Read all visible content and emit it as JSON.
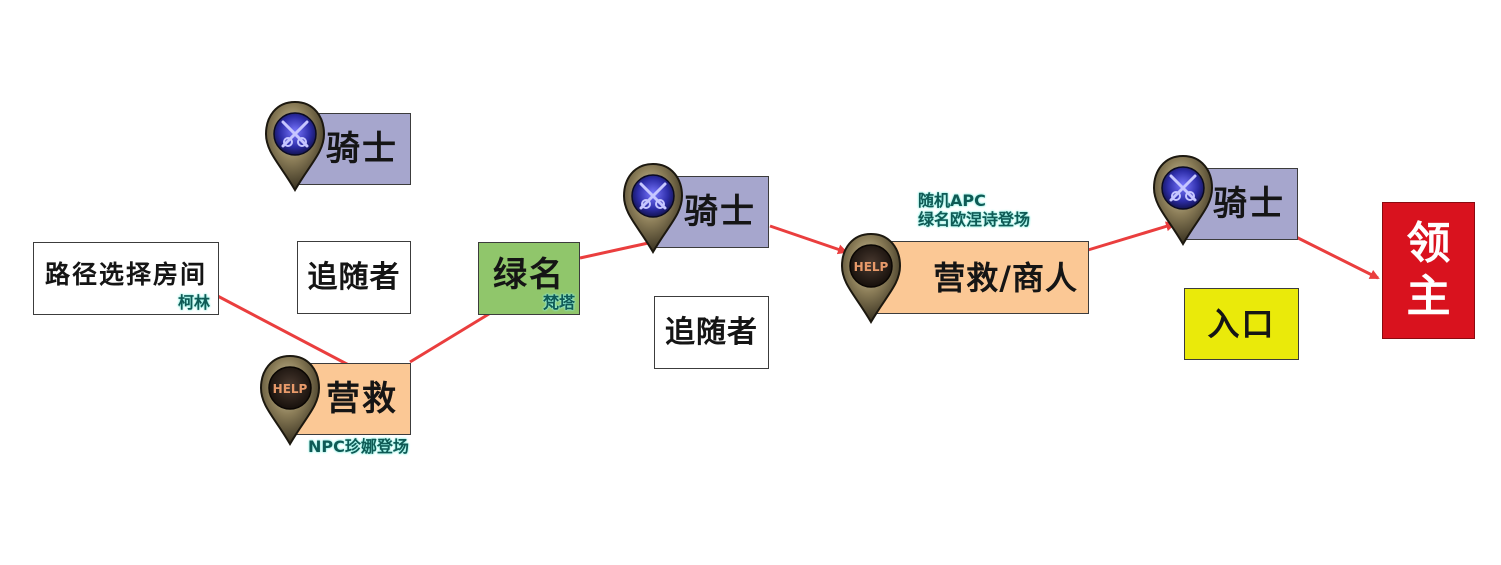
{
  "colors": {
    "knight": "#a6a6cd",
    "rescue": "#fbc895",
    "green": "#90c66b",
    "entrance": "#eaea0a",
    "boss": "#d9121e",
    "arrow": "#ea3e3e",
    "note": "#0f5a55"
  },
  "nodes": {
    "route": {
      "label": "路径选择房间",
      "note": "柯林"
    },
    "knight1": {
      "label": "骑士",
      "icon": "crossed-swords-icon"
    },
    "follower1": {
      "label": "追随者"
    },
    "rescue1": {
      "label": "营救",
      "note": "NPC珍娜登场",
      "icon": "help-icon"
    },
    "green": {
      "label": "绿名",
      "note": "梵塔"
    },
    "knight2": {
      "label": "骑士",
      "icon": "crossed-swords-icon"
    },
    "follower2": {
      "label": "追随者"
    },
    "rescue2": {
      "label": "营救/商人",
      "note1": "随机APC",
      "note2": "绿名欧涅诗登场",
      "icon": "help-icon"
    },
    "knight3": {
      "label": "骑士",
      "icon": "crossed-swords-icon"
    },
    "entrance": {
      "label": "入口"
    },
    "boss": {
      "label1": "领",
      "label2": "主"
    }
  },
  "edges": [
    {
      "from": "route",
      "to": "rescue1"
    },
    {
      "from": "rescue1",
      "to": "green"
    },
    {
      "from": "green",
      "to": "knight2"
    },
    {
      "from": "knight2",
      "to": "rescue2"
    },
    {
      "from": "rescue2",
      "to": "knight3"
    },
    {
      "from": "knight3",
      "to": "boss"
    }
  ]
}
